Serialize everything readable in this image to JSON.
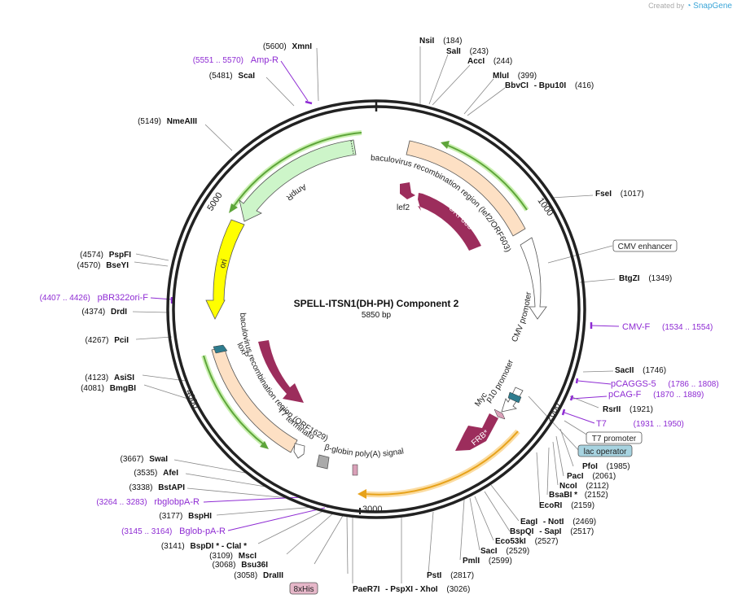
{
  "credit": {
    "prefix": "Created by",
    "brand": "SnapGene"
  },
  "plasmid": {
    "name": "SPELL-ITSN1(DH-PH) Component 2",
    "size": "5850 bp"
  },
  "ticks": {
    "t1000": "1000",
    "t2000": "2000",
    "t3000": "3000",
    "t4000": "4000",
    "t5000": "5000"
  },
  "colors": {
    "primer": "#8e2bd3",
    "ampr": "#cdf5c9",
    "ori": "#ffff00",
    "bac": "#fde0c4",
    "maroon": "#9c2d5c",
    "green_arc": "#5ea53a",
    "orange_arc": "#e7a21a"
  },
  "features": {
    "ampr": "AmpR",
    "ori": "ori",
    "lef2": "lef2",
    "orf603": "ORF603",
    "bac_right": "baculovirus recombination region (lef2/ORF603)",
    "cmv_prom": "CMV promoter",
    "p10": "p10 promoter",
    "myc": "Myc",
    "frb": "FRB*",
    "bac_left": "baculovirus recombination region (ORF1629)",
    "orf1629": "ORF1629",
    "loxp": "loxP",
    "t7term": "T7 terminator",
    "bglobin": "β-globin poly(A) signal"
  },
  "right_labels": [
    {
      "name": "NsiI",
      "pos": "(184)"
    },
    {
      "name": "SalI",
      "pos": "(243)"
    },
    {
      "name": "AccI",
      "pos": "(244)"
    },
    {
      "name": "MluI",
      "pos": "(399)"
    },
    {
      "name": "BbvCI",
      "sep": "- Bpu10I",
      "pos": "(416)"
    },
    {
      "name": "FseI",
      "pos": "(1017)"
    },
    {
      "name": "BtgZI",
      "pos": "(1349)"
    },
    {
      "name": "SacII",
      "pos": "(1746)"
    },
    {
      "name": "RsrII",
      "pos": "(1921)"
    },
    {
      "name": "PfoI",
      "pos": "(1985)"
    },
    {
      "name": "PacI",
      "pos": "(2061)"
    },
    {
      "name": "NcoI",
      "pos": "(2112)"
    },
    {
      "name": "BsaBI *",
      "pos": "(2152)"
    },
    {
      "name": "EcoRI",
      "pos": "(2159)"
    },
    {
      "name": "EagI",
      "sep": "- NotI",
      "pos": "(2469)"
    },
    {
      "name": "BspQI",
      "sep": "- SapI",
      "pos": "(2517)"
    },
    {
      "name": "Eco53kI",
      "pos": "(2527)"
    },
    {
      "name": "SacI",
      "pos": "(2529)"
    },
    {
      "name": "PmlI",
      "pos": "(2599)"
    },
    {
      "name": "PstI",
      "pos": "(2817)"
    },
    {
      "name": "PaeR7I",
      "sep": "- PspXI   - XhoI",
      "pos": "(3026)"
    }
  ],
  "left_labels": [
    {
      "pos": "(5600)",
      "name": "XmnI"
    },
    {
      "pos": "(5481)",
      "name": "ScaI"
    },
    {
      "pos": "(5149)",
      "name": "NmeAIII"
    },
    {
      "pos": "(4574)",
      "name": "PspFI"
    },
    {
      "pos": "(4570)",
      "name": "BseYI"
    },
    {
      "pos": "(4374)",
      "name": "DrdI"
    },
    {
      "pos": "(4267)",
      "name": "PciI"
    },
    {
      "pos": "(4123)",
      "name": "AsiSI"
    },
    {
      "pos": "(4081)",
      "name": "BmgBI"
    },
    {
      "pos": "(3667)",
      "name": "SwaI"
    },
    {
      "pos": "(3535)",
      "name": "AfeI"
    },
    {
      "pos": "(3338)",
      "name": "BstAPI"
    },
    {
      "pos": "(3177)",
      "name": "BspHI"
    },
    {
      "pos": "(3141)",
      "name": "BspDI *  - ClaI *"
    },
    {
      "pos": "(3109)",
      "name": "MscI"
    },
    {
      "pos": "(3068)",
      "name": "Bsu36I"
    },
    {
      "pos": "(3058)",
      "name": "DraIII"
    }
  ],
  "primers": [
    {
      "range": "(5551 .. 5570)",
      "name": "Amp-R"
    },
    {
      "range": "(4407 .. 4426)",
      "name": "pBR322ori-F"
    },
    {
      "range": "(3264 .. 3283)",
      "name": "rbglobpA-R"
    },
    {
      "range": "(3145 .. 3164)",
      "name": "Bglob-pA-R"
    },
    {
      "name": "CMV-F",
      "range": "(1534 .. 1554)"
    },
    {
      "name": "pCAGGS-5",
      "range": "(1786 .. 1808)"
    },
    {
      "name": "pCAG-F",
      "range": "(1870 .. 1889)"
    },
    {
      "name": "T7",
      "range": "(1931 .. 1950)"
    }
  ],
  "boxed": {
    "cmv_enh": "CMV enhancer",
    "t7prom": "T7 promoter",
    "lacop": "lac operator",
    "his": "8xHis"
  }
}
